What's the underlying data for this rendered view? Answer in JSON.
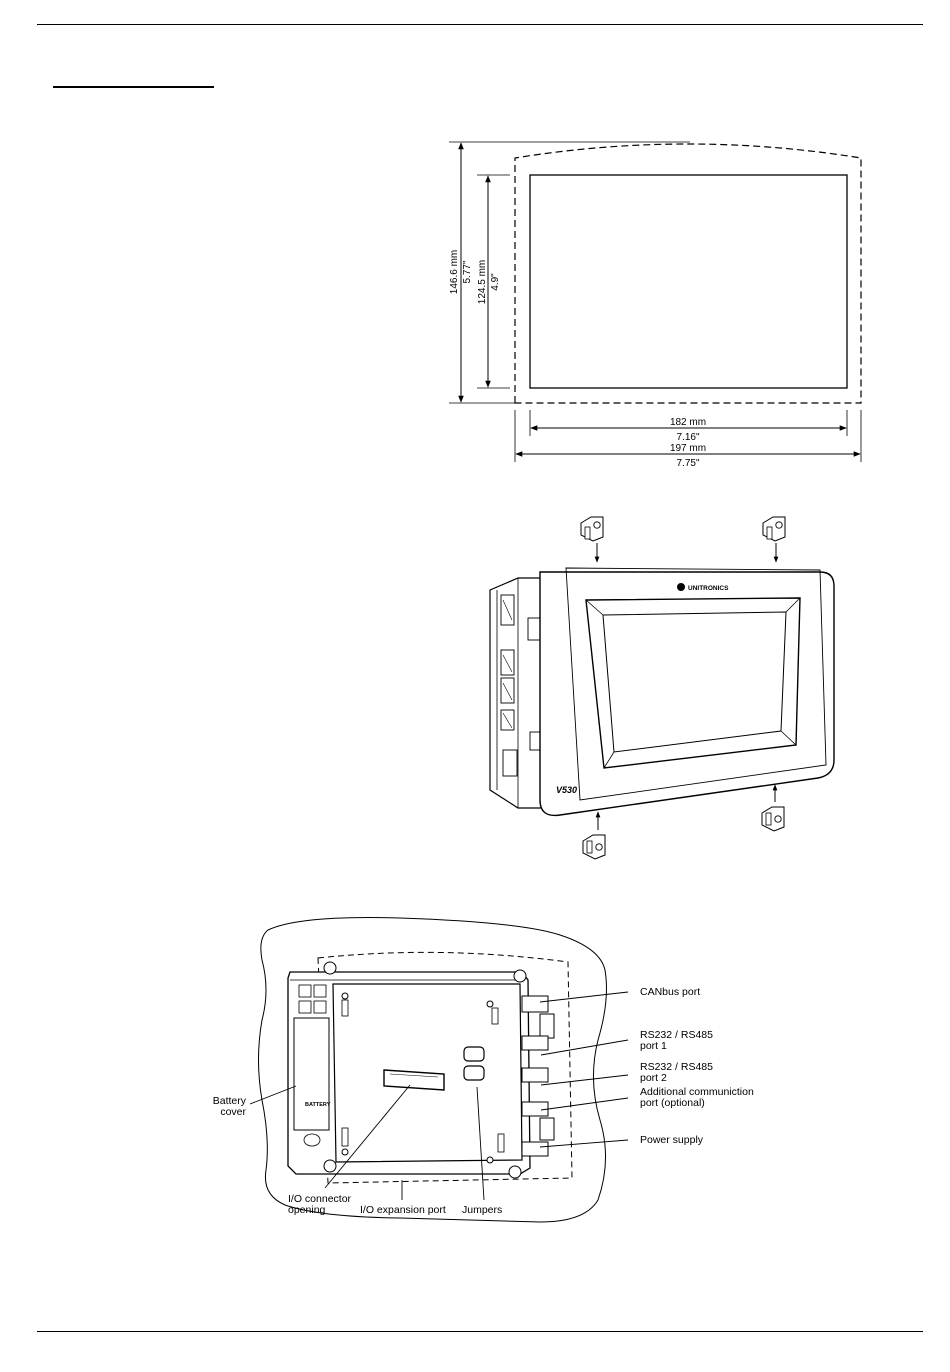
{
  "dimensions": {
    "outer_height_mm": "146.6 mm",
    "outer_height_in": "5.77\"",
    "inner_height_mm": "124.5 mm",
    "inner_height_in": "4.9\"",
    "inner_width_mm": "182 mm",
    "inner_width_in": "7.16\"",
    "outer_width_mm": "197 mm",
    "outer_width_in": "7.75\""
  },
  "device": {
    "brand": "UNITRONICS",
    "model": "V530"
  },
  "rear_view": {
    "battery_text": "BATTERY",
    "labels": {
      "canbus": "CANbus port",
      "rs_port1_line1": "RS232 / RS485",
      "rs_port1_line2": "port 1",
      "rs_port2_line1": "RS232 / RS485",
      "rs_port2_line2": "port 2",
      "addl_line1": "Additional communiction",
      "addl_line2": "port (optional)",
      "power": "Power supply",
      "battery_line1": "Battery",
      "battery_line2": "cover",
      "io_conn_line1": "I/O connector",
      "io_conn_line2": "opening",
      "io_exp": "I/O expansion port",
      "jumpers": "Jumpers"
    }
  }
}
